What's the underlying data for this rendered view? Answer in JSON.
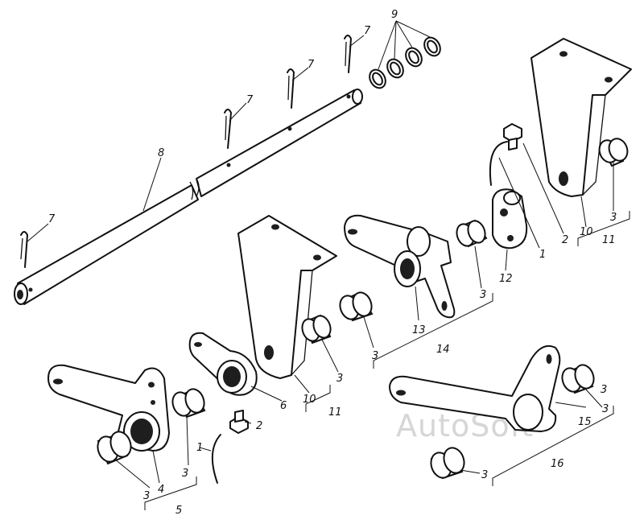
{
  "watermark": "AutoSoft",
  "callouts": {
    "c1a": "1",
    "c1b": "1",
    "c2a": "2",
    "c2b": "2",
    "c3a": "3",
    "c3b": "3",
    "c3c": "3",
    "c3d": "3",
    "c3e": "3",
    "c3f": "3",
    "c3g": "3",
    "c3h": "3",
    "c3i": "3",
    "c4": "4",
    "c5": "5",
    "c6": "6",
    "c7a": "7",
    "c7b": "7",
    "c7c": "7",
    "c7d": "7",
    "c8": "8",
    "c9": "9",
    "c10a": "10",
    "c10b": "10",
    "c11a": "11",
    "c11b": "11",
    "c12": "12",
    "c13": "13",
    "c14": "14",
    "c15": "15",
    "c16": "16"
  }
}
